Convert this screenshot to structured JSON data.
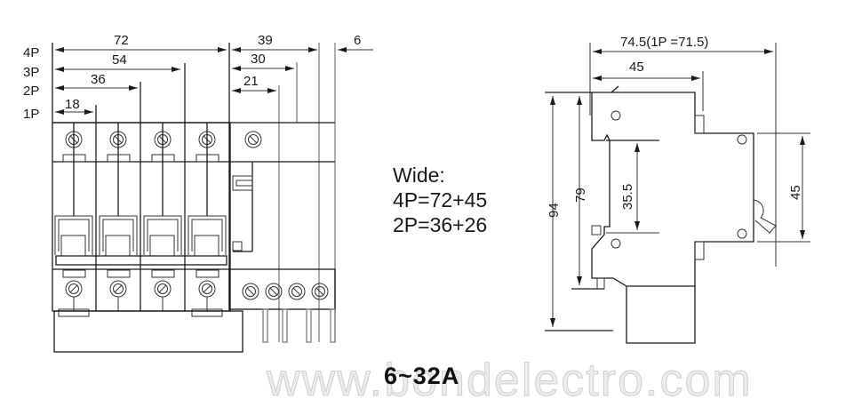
{
  "front_view": {
    "pole_labels": [
      "4P",
      "3P",
      "2P",
      "1P"
    ],
    "width_dims": [
      {
        "label": "72",
        "pole": "4P"
      },
      {
        "label": "54",
        "pole": "3P"
      },
      {
        "label": "36",
        "pole": "2P"
      },
      {
        "label": "18",
        "pole": "1P"
      }
    ],
    "rcd_dims": [
      {
        "label": "39",
        "pole": "4P"
      },
      {
        "label": "30",
        "pole": "3P"
      },
      {
        "label": "21",
        "pole": "2P"
      }
    ],
    "offset_dim": "6"
  },
  "wide_note": {
    "title": "Wide:",
    "line1": "4P=72+45",
    "line2": "2P=36+26"
  },
  "side_view": {
    "overall_width": "74.5(1P =71.5)",
    "body_width": "45",
    "height_overall": "94",
    "height_body": "79",
    "din_rail": "35.5",
    "front_height": "45"
  },
  "rating": "6~32A",
  "watermark": "www.bondelectro.com"
}
